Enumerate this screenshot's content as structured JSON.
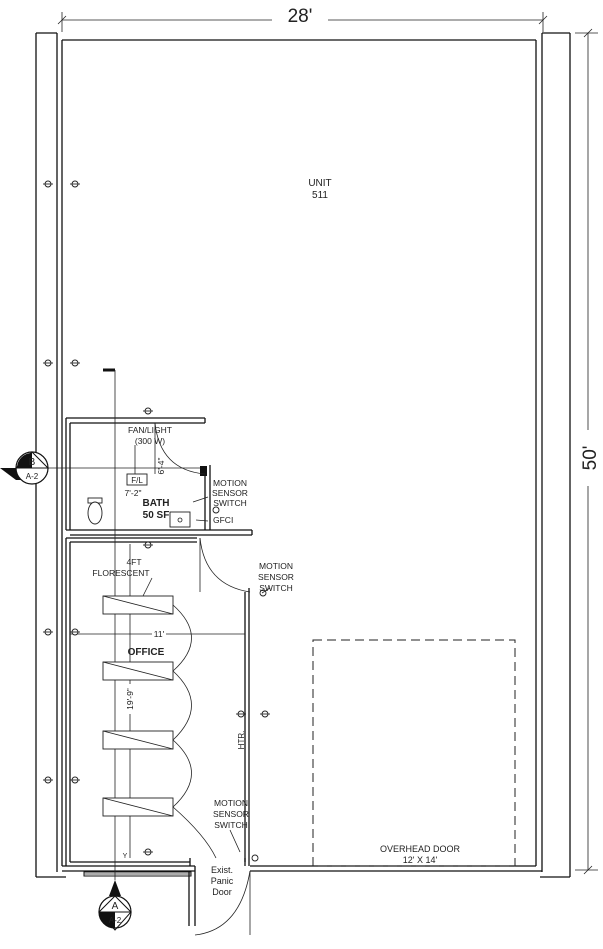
{
  "dimensions": {
    "width_label": "28'",
    "height_label": "50'"
  },
  "unit": {
    "label": "UNIT",
    "number": "511"
  },
  "bath": {
    "name": "BATH",
    "area": "50 SF",
    "fan_light_line1": "FAN/LIGHT",
    "fan_light_line2": "(300 W)",
    "fixture_tag": "F/L",
    "width_dim": "7'-2\"",
    "depth_dim": "6'-4\"",
    "gfci_label": "GFCI",
    "motion_line1": "MOTION",
    "motion_line2": "SENSOR",
    "motion_line3": "SWITCH"
  },
  "office": {
    "name": "OFFICE",
    "width_dim": "11'",
    "depth_dim": "19'-9\"",
    "light_line1": "4FT",
    "light_line2": "FLORESCENT",
    "heater_label": "HTR.",
    "motion_upper": [
      "MOTION",
      "SENSOR",
      "SWITCH"
    ],
    "motion_lower": [
      "MOTION",
      "SENSOR",
      "SWITCH"
    ]
  },
  "panic_door": {
    "line1": "Exist.",
    "line2": "Panic",
    "line3": "Door"
  },
  "overhead_door": {
    "label": "OVERHEAD DOOR",
    "size": "12' X 14'"
  },
  "section_markers": [
    {
      "letter": "B",
      "sheet": "A-2"
    },
    {
      "letter": "A",
      "sheet": "A-2"
    }
  ]
}
